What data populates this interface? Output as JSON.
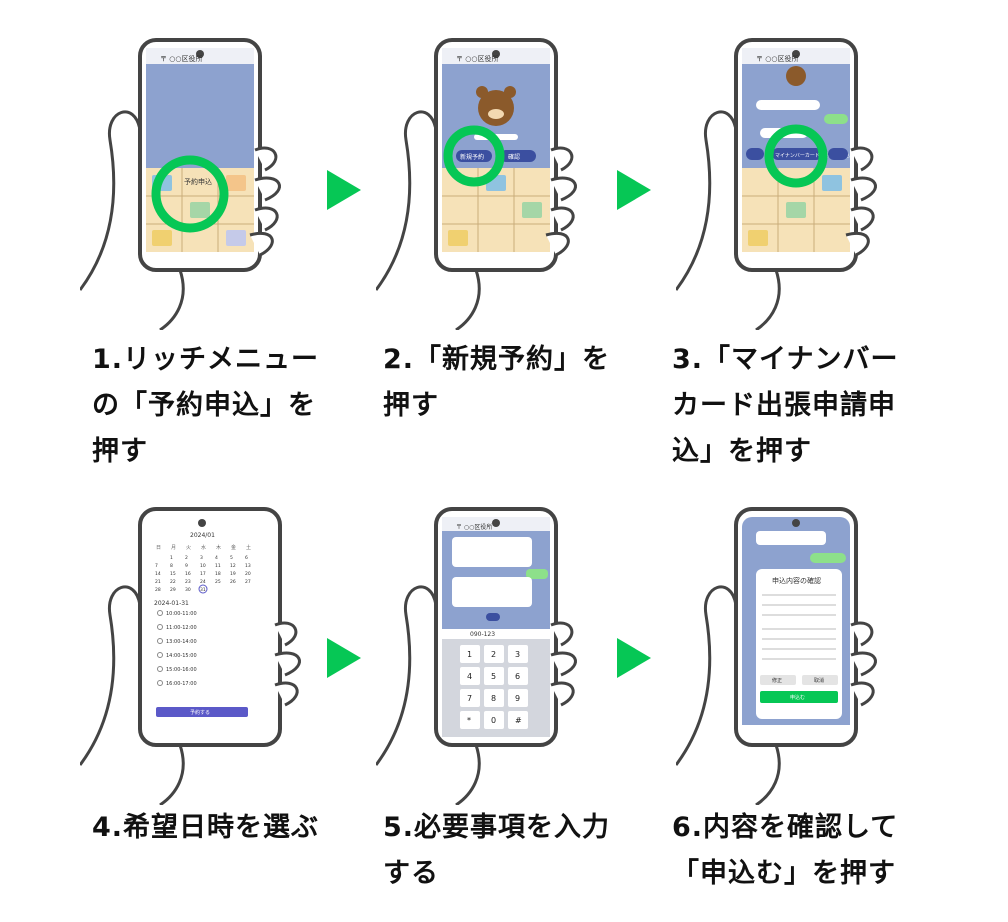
{
  "colors": {
    "accent": "#06c755",
    "chat_bg": "#8da2cf",
    "menu_bg": "#f6e2b8",
    "outline": "#444444",
    "submit_btn": "#5b59c8"
  },
  "chat_header": {
    "title": "〒 ○○区役所"
  },
  "menu_labels": [
    "予約申込",
    "新規予約",
    "マイナンバーカード出張申請申込"
  ],
  "quick_replies": [
    "新規予約",
    "確認"
  ],
  "calendar": {
    "month": "2024/01",
    "weekdays": [
      "日",
      "月",
      "火",
      "水",
      "木",
      "金",
      "土"
    ],
    "days": [
      "",
      "1",
      "2",
      "3",
      "4",
      "5",
      "6",
      "7",
      "8",
      "9",
      "10",
      "11",
      "12",
      "13",
      "14",
      "15",
      "16",
      "17",
      "18",
      "19",
      "20",
      "21",
      "22",
      "23",
      "24",
      "25",
      "26",
      "27",
      "28",
      "29",
      "30",
      "31",
      "",
      ""
    ],
    "selected_day": "31",
    "date_heading": "2024-01-31",
    "slots": [
      "10:00-11:00",
      "11:00-12:00",
      "13:00-14:00",
      "14:00-15:00",
      "15:00-16:00",
      "16:00-17:00"
    ],
    "submit": "予約する"
  },
  "keypad": {
    "keys": [
      [
        "1",
        "2",
        "3"
      ],
      [
        "4",
        "5",
        "6"
      ],
      [
        "7",
        "8",
        "9"
      ],
      [
        "*",
        "0",
        "#"
      ]
    ],
    "input_value": "090-123"
  },
  "confirm": {
    "title": "申込内容の確認",
    "buttons": [
      "修正",
      "取消",
      "申込む"
    ]
  },
  "steps": [
    {
      "caption": "1.リッチメニュー\nの「予約申込」を\n押す"
    },
    {
      "caption": "2.「新規予約」を\n押す"
    },
    {
      "caption": "3.「マイナンバー\nカード出張申請申\n込」を押す"
    },
    {
      "caption": "4.希望日時を選ぶ"
    },
    {
      "caption": "5.必要事項を入力\nする"
    },
    {
      "caption": "6.内容を確認して\n「申込む」を押す"
    }
  ]
}
